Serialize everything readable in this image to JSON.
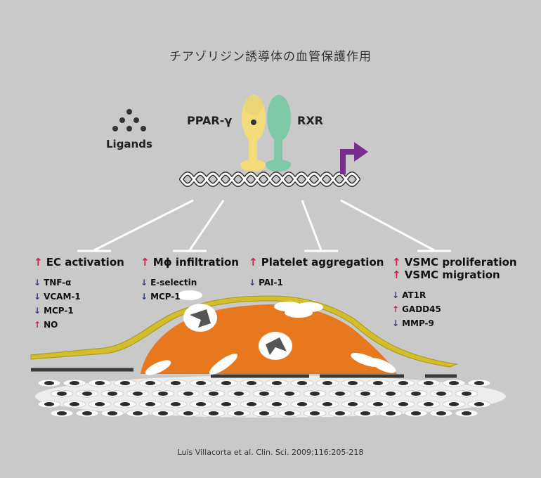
{
  "title": "チアゾリジン誘導体の血管保護作用",
  "ligands_label": "Ligands",
  "receptors": {
    "left": "PPAR-γ",
    "right": "RXR"
  },
  "effects": [
    {
      "header": [
        {
          "dir": "↑",
          "text": "EC activation"
        }
      ],
      "items": [
        {
          "dir": "↓",
          "text": "TNF-α"
        },
        {
          "dir": "↓",
          "text": "VCAM-1"
        },
        {
          "dir": "↓",
          "text": "MCP-1"
        },
        {
          "dir": "↑",
          "text": "NO"
        }
      ]
    },
    {
      "header": [
        {
          "dir": "↑",
          "text": "Mϕ infiltration"
        }
      ],
      "items": [
        {
          "dir": "↓",
          "text": "E-selectin"
        },
        {
          "dir": "↓",
          "text": "MCP-1"
        }
      ]
    },
    {
      "header": [
        {
          "dir": "↑",
          "text": "Platelet aggregation"
        }
      ],
      "items": [
        {
          "dir": "↓",
          "text": "PAI-1"
        }
      ]
    },
    {
      "header": [
        {
          "dir": "↑",
          "text": "VSMC proliferation"
        },
        {
          "dir": "↑",
          "text": "VSMC migration"
        }
      ],
      "items": [
        {
          "dir": "↓",
          "text": "AT1R"
        },
        {
          "dir": "↑",
          "text": "GADD45"
        },
        {
          "dir": "↓",
          "text": "MMP-9"
        }
      ]
    }
  ],
  "citation": "Luis Villacorta et al. Clin. Sci. 2009;116:205-218",
  "colors": {
    "background": "#c9c9c9",
    "ppar": "#f2dc7a",
    "rxr": "#7fc8a8",
    "arrow": "#7b2d8e",
    "plaque": "#e8781e",
    "endothelium": "#d3bd2a",
    "up_arrow": "#d21f4a",
    "down_arrow": "#2d3d8f"
  }
}
